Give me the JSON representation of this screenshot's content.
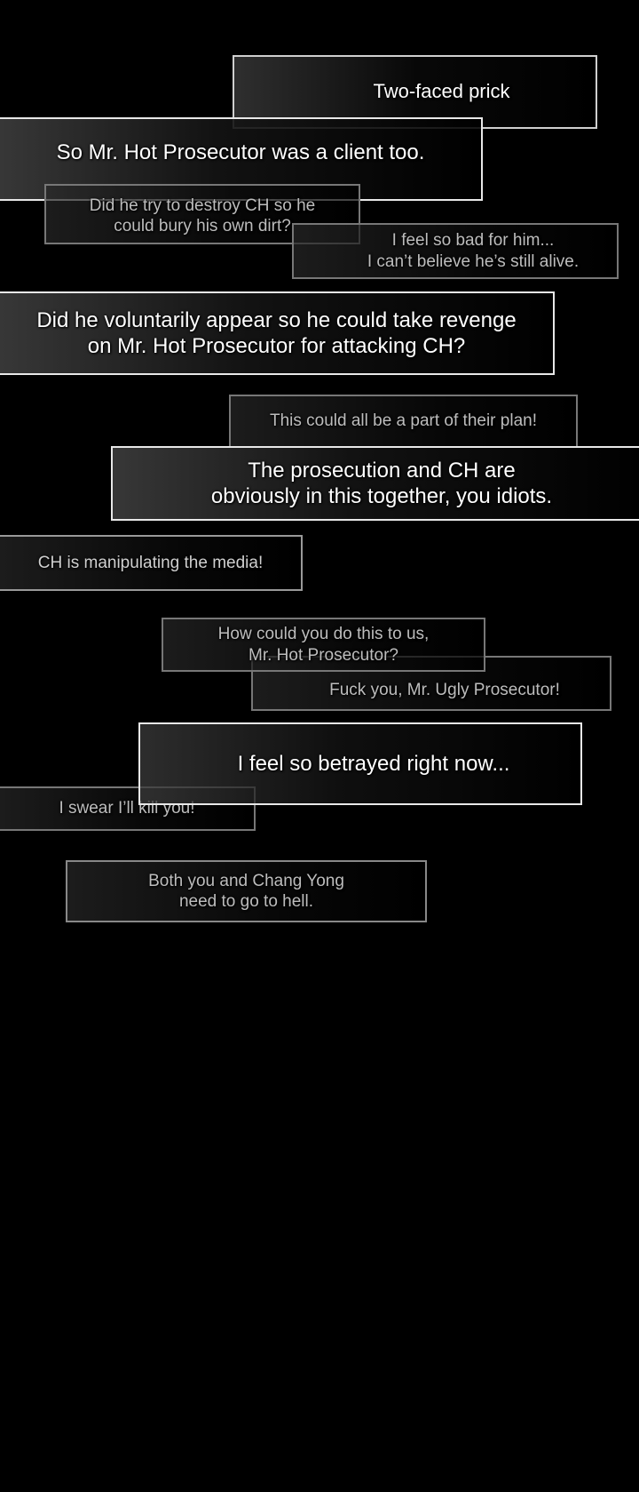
{
  "bubbles": [
    {
      "text": "Two-faced prick"
    },
    {
      "text": "Did he try to destroy CH so he\ncould bury his own dirt?"
    },
    {
      "text": "So Mr. Hot Prosecutor was a client too."
    },
    {
      "text": "I feel so bad for him...\nI can’t believe he’s still alive."
    },
    {
      "text": "Did he voluntarily appear so he could take revenge\non Mr. Hot Prosecutor for attacking CH?"
    },
    {
      "text": "This could all be a part of their plan!"
    },
    {
      "text": "The prosecution and CH are\nobviously in this together, you idiots."
    },
    {
      "text": "CH is manipulating the media!"
    },
    {
      "text": "How could you do this to us,\nMr. Hot Prosecutor?"
    },
    {
      "text": "Fuck you, Mr. Ugly Prosecutor!"
    },
    {
      "text": "I swear I’ll kill you!"
    },
    {
      "text": "I feel so betrayed right now..."
    },
    {
      "text": "Both you and Chang Yong\nneed to go to hell."
    }
  ]
}
